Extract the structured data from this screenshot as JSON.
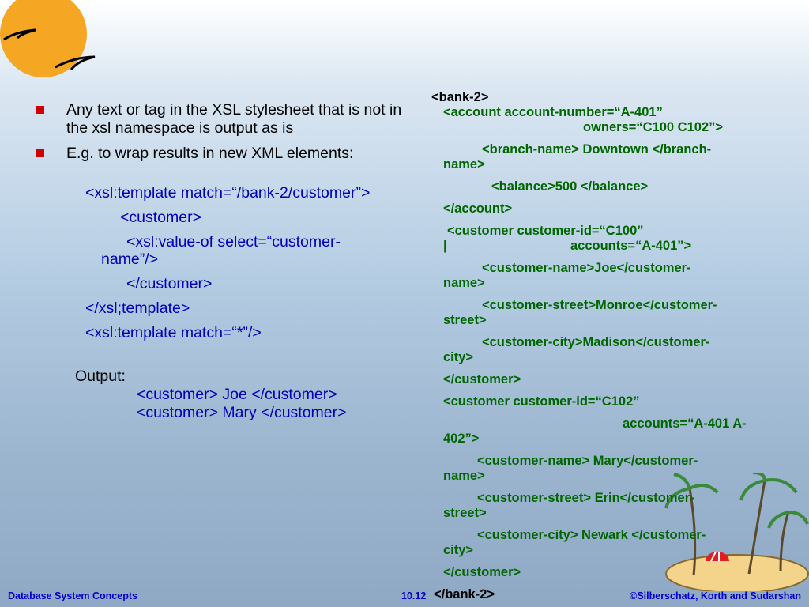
{
  "bullets": [
    "Any text or tag in the XSL stylesheet that is not in the xsl namespace is output as is",
    "E.g. to wrap results in new XML elements:"
  ],
  "template": {
    "line1": "<xsl:template match=“/bank-2/customer”>",
    "line2": "<customer>",
    "line3a": "<xsl:value-of select=“customer-",
    "line3b": "name”/>",
    "line4": "</customer>",
    "line5": "</xsl;template>",
    "line6": "<xsl:template match=“*”/>"
  },
  "output": {
    "label": "Output:",
    "line1": "<customer> Joe </customer>",
    "line2": "<customer> Mary </customer>"
  },
  "xml": {
    "open": "<bank-2>",
    "acc1a": "<account account-number=“A-401”",
    "acc1b": "owners=“C100 C102”>",
    "branch_a": "<branch-name> Downtown </branch-",
    "branch_b": "name>",
    "balance": "<balance>500 </balance>",
    "acc_close": "</account>",
    "cust1a": "<customer customer-id=“C100”",
    "cust1b_pipe": "|",
    "cust1b": "accounts=“A-401”>",
    "c1name_a": "<customer-name>Joe</customer-",
    "c1name_b": "name>",
    "c1street_a": "<customer-street>Monroe</customer-",
    "c1street_b": "street>",
    "c1city_a": "<customer-city>Madison</customer-",
    "c1city_b": "city>",
    "cust_close1": "</customer>",
    "cust2a": "<customer customer-id=“C102”",
    "cust2b": "accounts=“A-401 A-",
    "cust2c": "402”>",
    "c2name_a": "<customer-name> Mary</customer-",
    "c2name_b": "name>",
    "c2street_a": "<customer-street> Erin</customer-",
    "c2street_b": "street>",
    "c2city_a": "<customer-city> Newark </customer-",
    "c2city_b": "city>",
    "cust_close2": "</customer>",
    "close": "</bank-2>"
  },
  "footer": {
    "left": "Database System Concepts",
    "center": "10.12",
    "right": "©Silberschatz, Korth and Sudarshan"
  },
  "colors": {
    "sun": "#f5a623",
    "bullet": "#d10000",
    "code_blue": "#0000b8",
    "xml_green": "#006600",
    "footer": "#0000cc"
  }
}
